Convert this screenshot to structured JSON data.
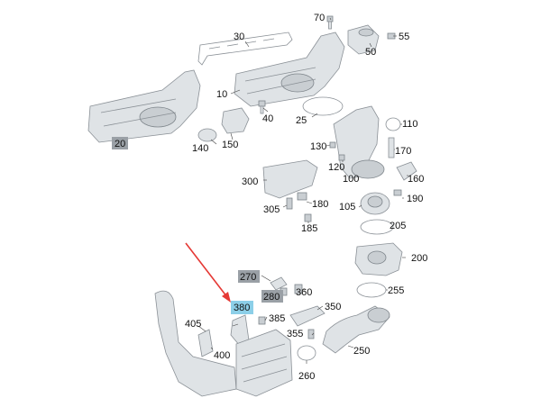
{
  "callouts": [
    {
      "id": "c10",
      "text": "10"
    },
    {
      "id": "c20",
      "text": "20",
      "highlight": "gray"
    },
    {
      "id": "c25",
      "text": "25"
    },
    {
      "id": "c30",
      "text": "30"
    },
    {
      "id": "c40",
      "text": "40"
    },
    {
      "id": "c50",
      "text": "50"
    },
    {
      "id": "c55",
      "text": "55"
    },
    {
      "id": "c70",
      "text": "70"
    },
    {
      "id": "c100",
      "text": "100"
    },
    {
      "id": "c105",
      "text": "105"
    },
    {
      "id": "c110",
      "text": "110"
    },
    {
      "id": "c120",
      "text": "120"
    },
    {
      "id": "c130",
      "text": "130"
    },
    {
      "id": "c140",
      "text": "140"
    },
    {
      "id": "c150",
      "text": "150"
    },
    {
      "id": "c160",
      "text": "160"
    },
    {
      "id": "c170",
      "text": "170"
    },
    {
      "id": "c180",
      "text": "180"
    },
    {
      "id": "c185",
      "text": "185"
    },
    {
      "id": "c190",
      "text": "190"
    },
    {
      "id": "c200",
      "text": "200"
    },
    {
      "id": "c205",
      "text": "205"
    },
    {
      "id": "c250",
      "text": "250"
    },
    {
      "id": "c255",
      "text": "255"
    },
    {
      "id": "c260",
      "text": "260"
    },
    {
      "id": "c270",
      "text": "270",
      "highlight": "gray"
    },
    {
      "id": "c280",
      "text": "280",
      "highlight": "gray"
    },
    {
      "id": "c300",
      "text": "300"
    },
    {
      "id": "c305",
      "text": "305"
    },
    {
      "id": "c350",
      "text": "350"
    },
    {
      "id": "c355",
      "text": "355"
    },
    {
      "id": "c360",
      "text": "360"
    },
    {
      "id": "c380",
      "text": "380",
      "highlight": "blue"
    },
    {
      "id": "c385",
      "text": "385"
    },
    {
      "id": "c400",
      "text": "400"
    },
    {
      "id": "c405",
      "text": "405"
    }
  ],
  "colors": {
    "background": "#ffffff",
    "part_fill": "#dfe3e6",
    "part_stroke": "#8a9096",
    "highlight_gray": "#9aa0a6",
    "highlight_blue": "#8ccfe8",
    "arrow": "#e53935"
  },
  "arrow_target": "380"
}
